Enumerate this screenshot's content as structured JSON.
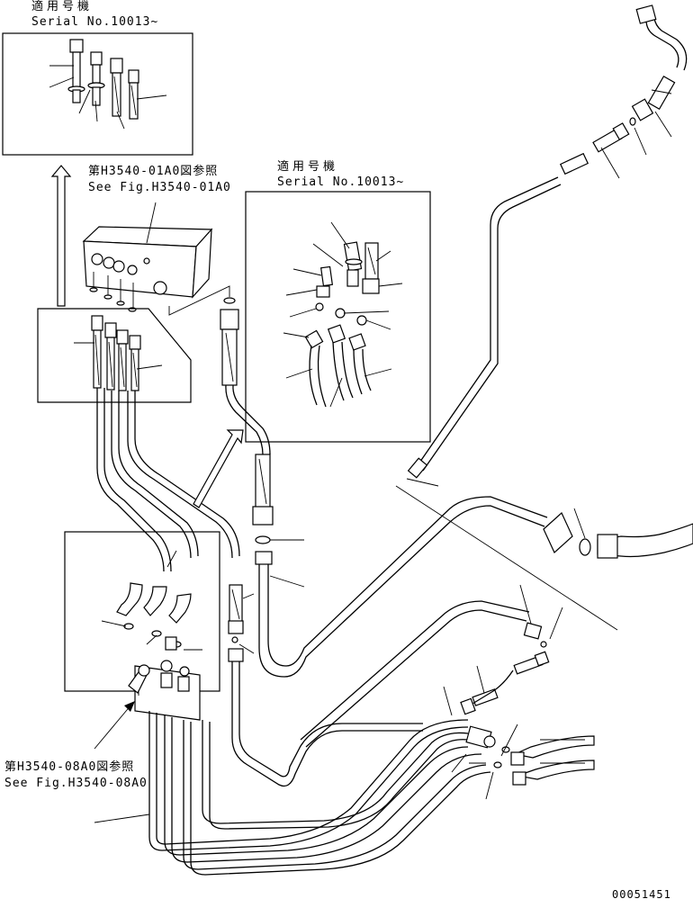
{
  "notes": {
    "top_left": {
      "applicable_jp": "適用号機",
      "serial": "Serial No.10013~"
    },
    "middle": {
      "applicable_jp": "適用号機",
      "serial": "Serial No.10013~"
    }
  },
  "references": {
    "valve_block": {
      "jp": "第H3540-01A0図参照",
      "en": "See Fig.H3540-01A0"
    },
    "lower_block": {
      "jp": "第H3540-08A0図参照",
      "en": "See Fig.H3540-08A0"
    }
  },
  "drawing_number": "00051451"
}
